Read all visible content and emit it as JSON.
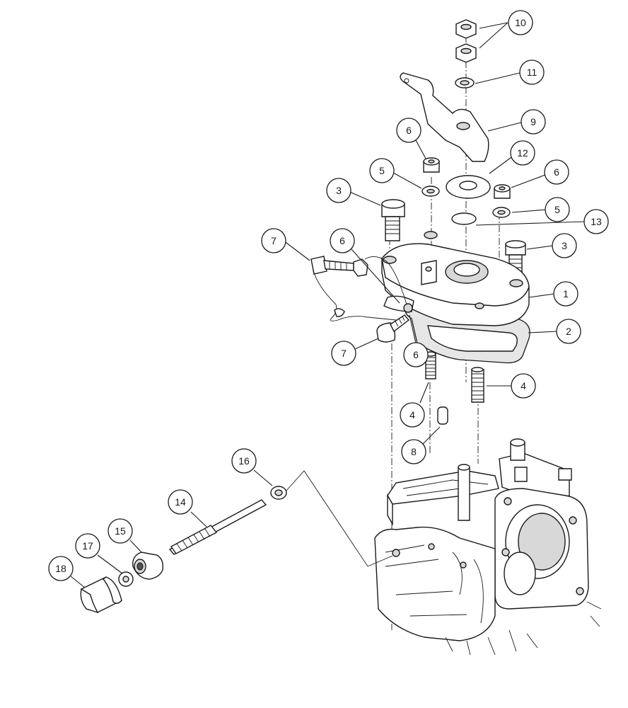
{
  "diagram": {
    "callouts": [
      {
        "id": "c10",
        "label": "10"
      },
      {
        "id": "c11",
        "label": "11"
      },
      {
        "id": "c9",
        "label": "9"
      },
      {
        "id": "c6a",
        "label": "6"
      },
      {
        "id": "c12",
        "label": "12"
      },
      {
        "id": "c6b",
        "label": "6"
      },
      {
        "id": "c5a",
        "label": "5"
      },
      {
        "id": "c3a",
        "label": "3"
      },
      {
        "id": "c5b",
        "label": "5"
      },
      {
        "id": "c13",
        "label": "13"
      },
      {
        "id": "c7a",
        "label": "7"
      },
      {
        "id": "c6c",
        "label": "6"
      },
      {
        "id": "c3b",
        "label": "3"
      },
      {
        "id": "c1",
        "label": "1"
      },
      {
        "id": "c2",
        "label": "2"
      },
      {
        "id": "c7b",
        "label": "7"
      },
      {
        "id": "c6d",
        "label": "6"
      },
      {
        "id": "c4a",
        "label": "4"
      },
      {
        "id": "c4b",
        "label": "4"
      },
      {
        "id": "c8",
        "label": "8"
      },
      {
        "id": "c16",
        "label": "16"
      },
      {
        "id": "c14",
        "label": "14"
      },
      {
        "id": "c15",
        "label": "15"
      },
      {
        "id": "c17",
        "label": "17"
      },
      {
        "id": "c18",
        "label": "18"
      }
    ]
  }
}
